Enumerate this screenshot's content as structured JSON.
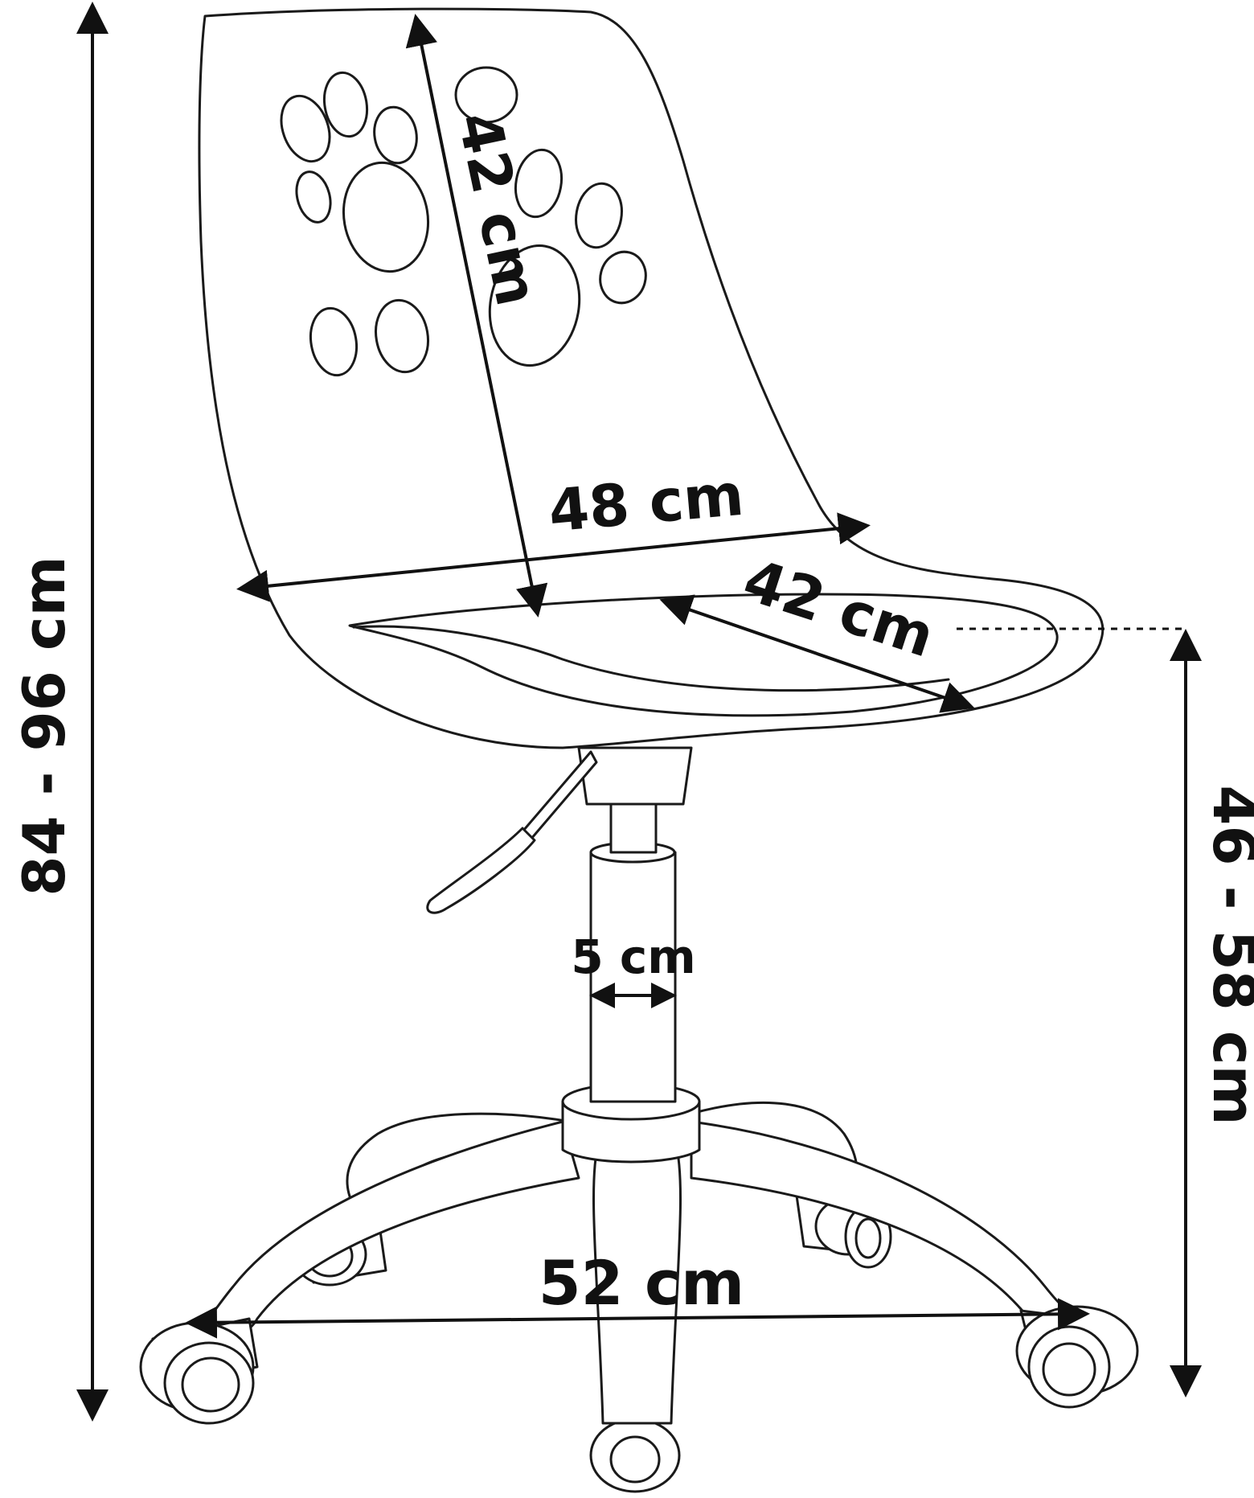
{
  "dimensions": {
    "backrest_height": "42 cm",
    "seat_width": "48 cm",
    "seat_depth": "42 cm",
    "gas_lift_diameter": "5 cm",
    "base_width": "52 cm",
    "total_height": "84 - 96 cm",
    "seat_height": "46 - 58 cm"
  },
  "colors": {
    "line": "#1a1a1a",
    "background": "#ffffff"
  }
}
